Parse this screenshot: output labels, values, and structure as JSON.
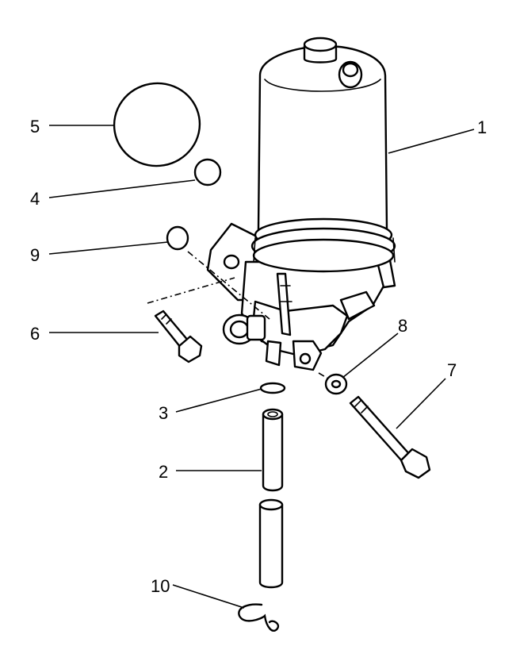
{
  "parts": [
    {
      "id": "part-1",
      "label": "1"
    },
    {
      "id": "part-2",
      "label": "2"
    },
    {
      "id": "part-3",
      "label": "3"
    },
    {
      "id": "part-4",
      "label": "4"
    },
    {
      "id": "part-5",
      "label": "5"
    },
    {
      "id": "part-6",
      "label": "6"
    },
    {
      "id": "part-7",
      "label": "7"
    },
    {
      "id": "part-8",
      "label": "8"
    },
    {
      "id": "part-9",
      "label": "9"
    },
    {
      "id": "part-10",
      "label": "10"
    }
  ],
  "colors": {
    "ink": "#000000",
    "paper": "#ffffff"
  }
}
